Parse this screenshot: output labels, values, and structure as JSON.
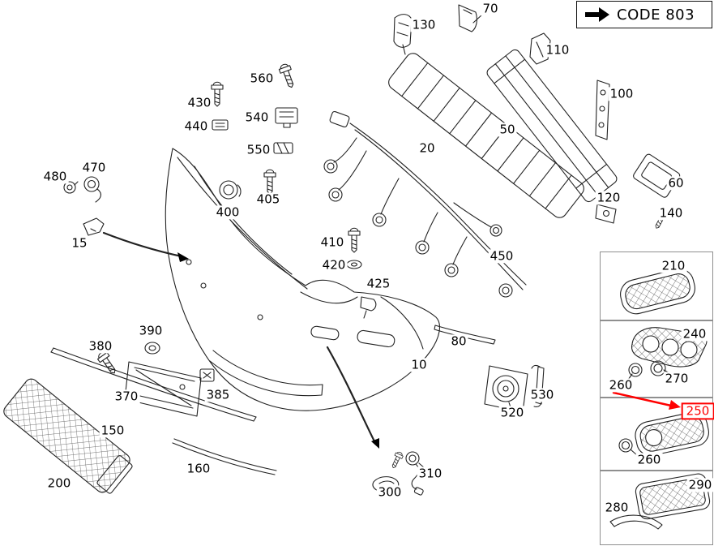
{
  "code_box": {
    "label": "CODE 803"
  },
  "colors": {
    "highlight": "#ff0000",
    "line": "#222222"
  },
  "labels": [
    {
      "num": "70"
    },
    {
      "num": "130"
    },
    {
      "num": "110"
    },
    {
      "num": "100"
    },
    {
      "num": "50"
    },
    {
      "num": "560"
    },
    {
      "num": "430"
    },
    {
      "num": "440"
    },
    {
      "num": "540"
    },
    {
      "num": "550"
    },
    {
      "num": "20"
    },
    {
      "num": "60"
    },
    {
      "num": "480"
    },
    {
      "num": "470"
    },
    {
      "num": "400"
    },
    {
      "num": "405"
    },
    {
      "num": "120"
    },
    {
      "num": "140"
    },
    {
      "num": "15"
    },
    {
      "num": "410"
    },
    {
      "num": "420"
    },
    {
      "num": "450"
    },
    {
      "num": "425"
    },
    {
      "num": "390"
    },
    {
      "num": "380"
    },
    {
      "num": "80"
    },
    {
      "num": "10"
    },
    {
      "num": "370"
    },
    {
      "num": "385"
    },
    {
      "num": "530"
    },
    {
      "num": "520"
    },
    {
      "num": "150"
    },
    {
      "num": "160"
    },
    {
      "num": "310"
    },
    {
      "num": "200"
    },
    {
      "num": "300"
    },
    {
      "num": "210"
    },
    {
      "num": "240"
    },
    {
      "num": "260"
    },
    {
      "num": "270"
    },
    {
      "num": "250"
    },
    {
      "num": "260"
    },
    {
      "num": "290"
    },
    {
      "num": "280"
    }
  ]
}
